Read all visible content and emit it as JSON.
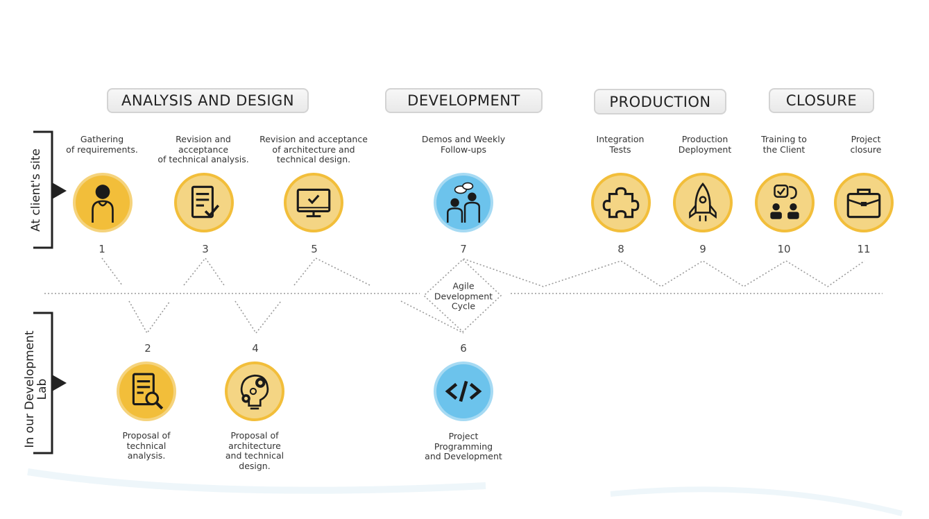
{
  "phases": {
    "analysis": "ANALYSIS AND DESIGN",
    "development": "DEVELOPMENT",
    "production": "PRODUCTION",
    "closure": "CLOSURE"
  },
  "sides": {
    "client": "At client's site",
    "lab": "In our Development\nLab"
  },
  "agile": "Agile\nDevelopment\nCycle",
  "steps": [
    {
      "num": "1",
      "label": "Gathering\nof requirements.",
      "icon": "person-icon"
    },
    {
      "num": "2",
      "label": "Proposal of\ntechnical\nanalysis.",
      "icon": "document-search-icon"
    },
    {
      "num": "3",
      "label": "Revision and\nacceptance\nof technical analysis.",
      "icon": "document-check-icon"
    },
    {
      "num": "4",
      "label": "Proposal of\narchitecture\nand technical\ndesign.",
      "icon": "lightbulb-gears-icon"
    },
    {
      "num": "5",
      "label": "Revision and acceptance\nof architecture and\ntechnical design.",
      "icon": "monitor-check-icon"
    },
    {
      "num": "6",
      "label": "Project\nProgramming\nand Development",
      "icon": "code-icon"
    },
    {
      "num": "7",
      "label": "Demos and Weekly\nFollow-ups",
      "icon": "people-chat-icon"
    },
    {
      "num": "8",
      "label": "Integration\nTests",
      "icon": "puzzle-icon"
    },
    {
      "num": "9",
      "label": "Production\nDeployment",
      "icon": "rocket-icon"
    },
    {
      "num": "10",
      "label": "Training to\nthe Client",
      "icon": "training-icon"
    },
    {
      "num": "11",
      "label": "Project\nclosure",
      "icon": "briefcase-icon"
    }
  ],
  "colors": {
    "yellow": "#f2be3a",
    "light_yellow": "#f4d584",
    "blue": "#6cc3ec",
    "line": "#888888"
  }
}
